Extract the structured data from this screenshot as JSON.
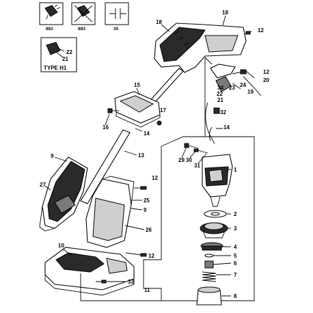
{
  "icons": [
    {
      "code": "881",
      "name": "switch-contact-icon"
    },
    {
      "code": "883",
      "name": "no-switch-contact-icon"
    },
    {
      "code": "35",
      "name": "capacitor-symbol-icon"
    }
  ],
  "type_label": "TYPE H1",
  "labels": {
    "p1": "1",
    "p2": "2",
    "p3": "3",
    "p4": "4",
    "p5": "5",
    "p6": "6",
    "p7": "7",
    "p8": "8",
    "p9a": "9",
    "p9b": "9",
    "p10": "10",
    "p11": "11",
    "p12a": "12",
    "p12b": "12",
    "p12c": "12",
    "p12d": "12",
    "p13": "13",
    "p14a": "14",
    "p14b": "14",
    "p15": "15",
    "p16": "16",
    "p17": "17",
    "p18a": "18",
    "p18b": "18",
    "p19": "19",
    "p20": "20",
    "p21a": "21",
    "p21b": "21",
    "p22a": "22",
    "p22b": "22",
    "p23": "23",
    "p24": "24",
    "p25": "25",
    "p26": "26",
    "p27": "27",
    "p29": "29",
    "p30": "30",
    "p31": "31",
    "p32": "32",
    "p33": "33",
    "p34": "34"
  }
}
